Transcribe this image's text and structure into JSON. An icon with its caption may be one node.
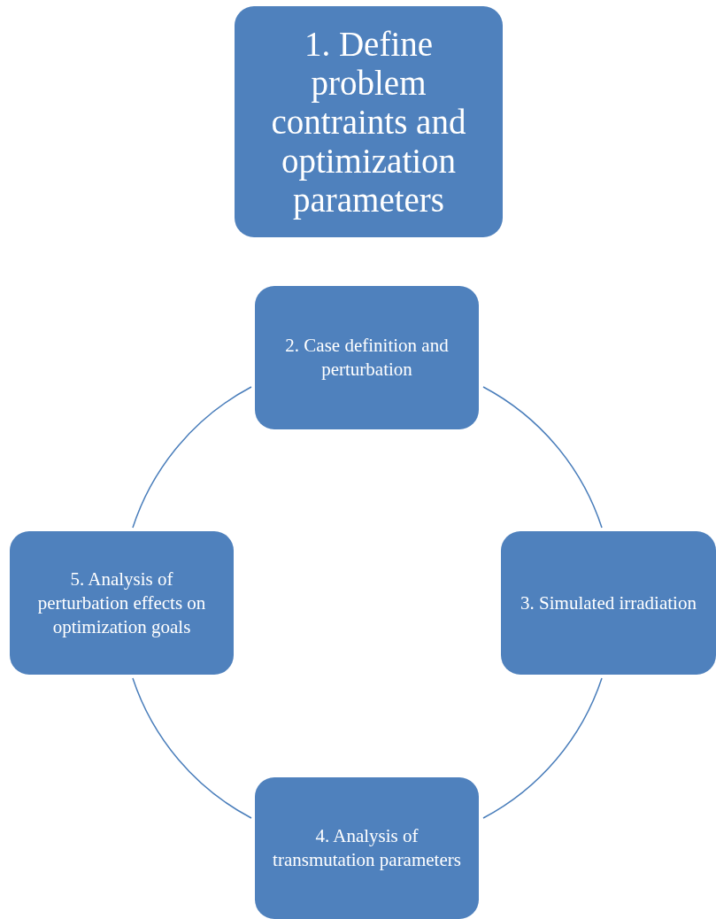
{
  "diagram": {
    "nodes": [
      {
        "text": [
          "1. Define problem contraints and optimization parameters"
        ]
      },
      {
        "text": [
          "2. Case definition and perturbation"
        ]
      },
      {
        "text": [
          "3. Simulated irradiation"
        ]
      },
      {
        "text": [
          "4. Analysis of transmutation parameters"
        ]
      },
      {
        "text": [
          "5. Analysis of perturbation effects on optimization goals"
        ]
      }
    ],
    "edges": [
      {
        "from": 1,
        "to": 2,
        "arrow": "none"
      },
      {
        "from": 2,
        "to": 3,
        "arrow": "none"
      },
      {
        "from": 3,
        "to": 4,
        "arrow": "none"
      },
      {
        "from": 4,
        "to": 1,
        "arrow": "none"
      }
    ]
  }
}
